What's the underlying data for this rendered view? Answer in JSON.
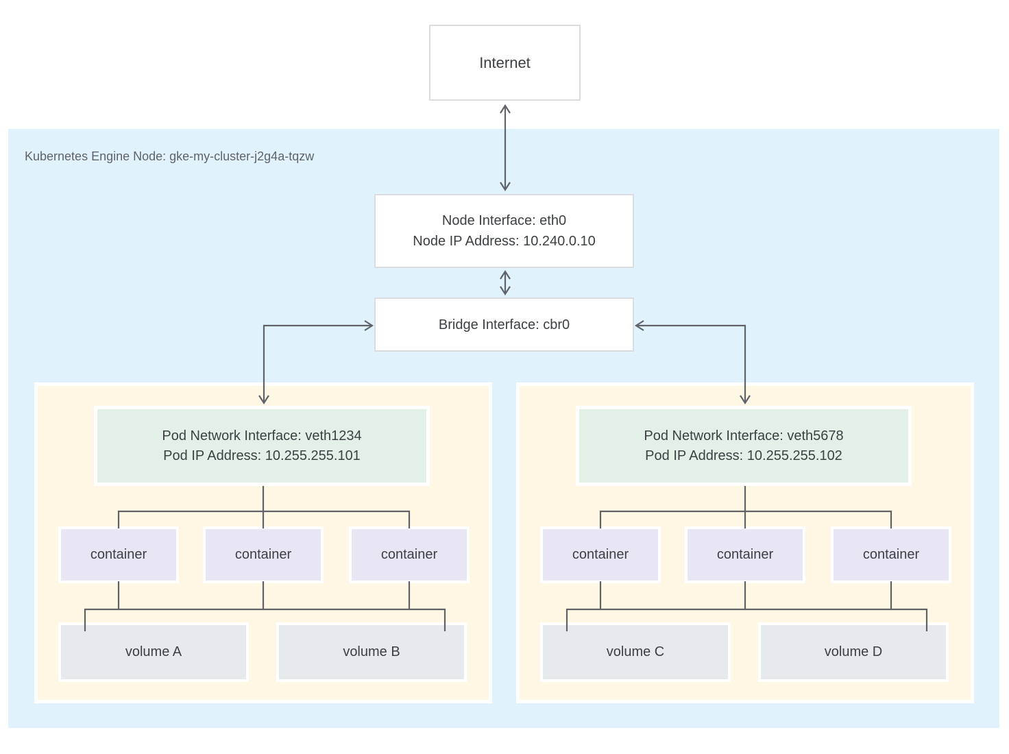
{
  "diagram": {
    "internet_label": "Internet",
    "region_label": "Kubernetes Engine Node: gke-my-cluster-j2g4a-tqzw",
    "node_interface": {
      "line1": "Node Interface: eth0",
      "line2": "Node IP Address: 10.240.0.10"
    },
    "bridge_interface": {
      "label": "Bridge Interface: cbr0"
    },
    "pods": [
      {
        "interface_line1": "Pod Network Interface: veth1234",
        "interface_line2": "Pod IP Address: 10.255.255.101",
        "containers": [
          "container",
          "container",
          "container"
        ],
        "volumes": [
          "volume A",
          "volume B"
        ]
      },
      {
        "interface_line1": "Pod Network Interface: veth5678",
        "interface_line2": "Pod IP Address: 10.255.255.102",
        "containers": [
          "container",
          "container",
          "container"
        ],
        "volumes": [
          "volume C",
          "volume D"
        ]
      }
    ]
  },
  "colors": {
    "region_bg": "#E0F3FC",
    "pod_bg": "#FDF7E3",
    "interface_bg": "#E3F0E7",
    "container_bg": "#E8E6F5",
    "volume_bg": "#E7EAED",
    "box_border": "#DADCE0",
    "line_gray": "#5F6368",
    "label_gray": "#5F6368",
    "text_dark": "#3C4043"
  }
}
